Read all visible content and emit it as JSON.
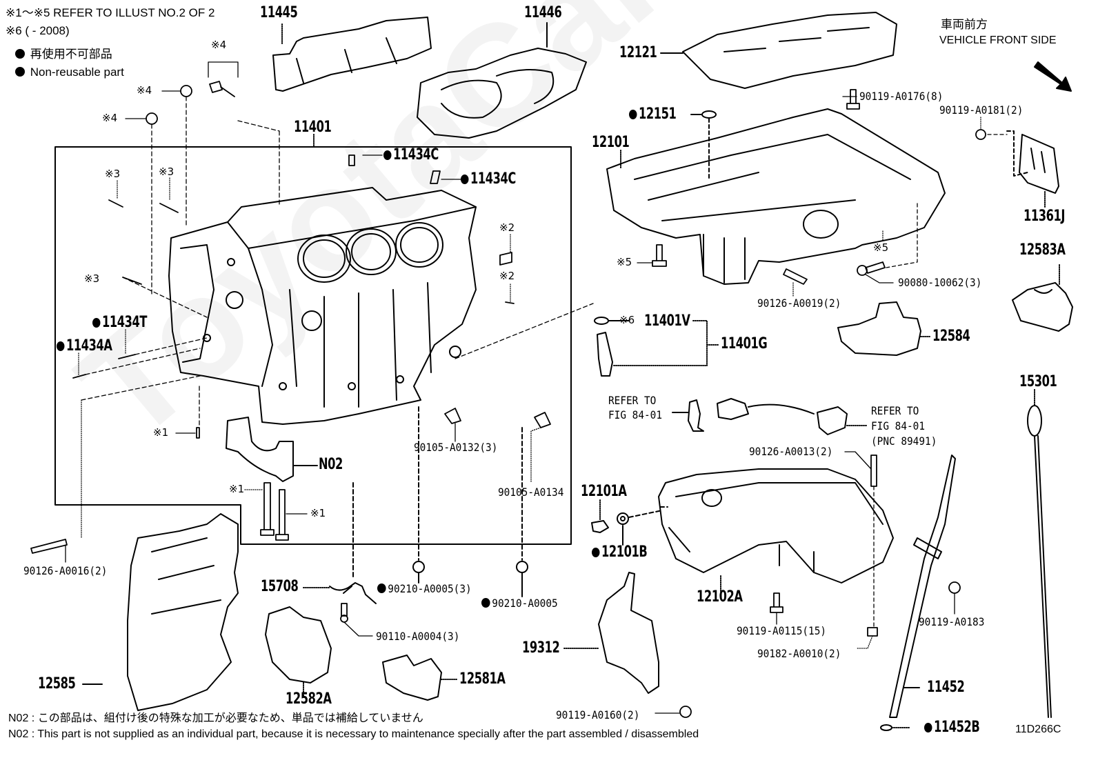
{
  "header": {
    "note_line1": "※1～※5 REFER TO ILLUST NO.2 OF 2",
    "note_line2": "※6 (       - 2008)",
    "legend_jp": "再使用不可部品",
    "legend_en": "Non-reusable part"
  },
  "orientation": {
    "label_jp": "車両前方",
    "label_en": "VEHICLE FRONT SIDE",
    "icon": "arrow-down-right-icon"
  },
  "watermark": "ToyotaCarMen.ru",
  "diagram_code": "11D266C",
  "footnotes": {
    "jp": "N02 : この部品は、組付け後の特殊な加工が必要なため、単品では補給していません",
    "en": "N02 : This part is not supplied as an individual part, because it is necessary to maintenance specially after the part assembled / disassembled"
  },
  "parts": {
    "p11445": "11445",
    "p11446": "11446",
    "p11401": "11401",
    "p11434C_a": "11434C",
    "p11434C_b": "11434C",
    "p11434T": "11434T",
    "p11434A": "11434A",
    "pN02": "N02",
    "p12121": "12121",
    "p12151": "12151",
    "p12101": "12101",
    "p11361J": "11361J",
    "p12583A": "12583A",
    "p12584": "12584",
    "p11401V": "11401V",
    "p11401G": "11401G",
    "p15301": "15301",
    "p12101A": "12101A",
    "p12101B": "12101B",
    "p12102A": "12102A",
    "p15708": "15708",
    "p19312": "19312",
    "p12585": "12585",
    "p12582A": "12582A",
    "p12581A": "12581A",
    "p11452": "11452",
    "p11452B": "11452B"
  },
  "fasteners": {
    "f90119_A0176": "90119-A0176(8)",
    "f90119_A0181": "90119-A0181(2)",
    "f90126_A0019": "90126-A0019(2)",
    "f90080_10062": "90080-10062(3)",
    "f90105_A0132": "90105-A0132(3)",
    "f90105_A0134": "90105-A0134",
    "f90126_A0016": "90126-A0016(2)",
    "f90210_A0005a": "90210-A0005(3)",
    "f90210_A0005b": "90210-A0005",
    "f90110_A0004": "90110-A0004(3)",
    "f90126_A0013": "90126-A0013(2)",
    "f90119_A0115": "90119-A0115(15)",
    "f90182_A0010": "90182-A0010(2)",
    "f90119_A0183": "90119-A0183",
    "f90119_A0160": "90119-A0160(2)"
  },
  "refs": {
    "refer_left_1": "REFER TO",
    "refer_left_2": "FIG 84-01",
    "refer_right_1": "REFER TO",
    "refer_right_2": "FIG 84-01",
    "refer_right_3": "(PNC 89491)"
  },
  "marks": {
    "m4_top": "※4",
    "m4_a": "※4",
    "m4_b": "※4",
    "m3_a": "※3",
    "m3_b": "※3",
    "m3_c": "※3",
    "m2_a": "※2",
    "m2_b": "※2",
    "m1_a": "※1",
    "m1_b": "※1",
    "m1_c": "※1",
    "m5_a": "※5",
    "m5_b": "※5",
    "m6": "※6"
  }
}
